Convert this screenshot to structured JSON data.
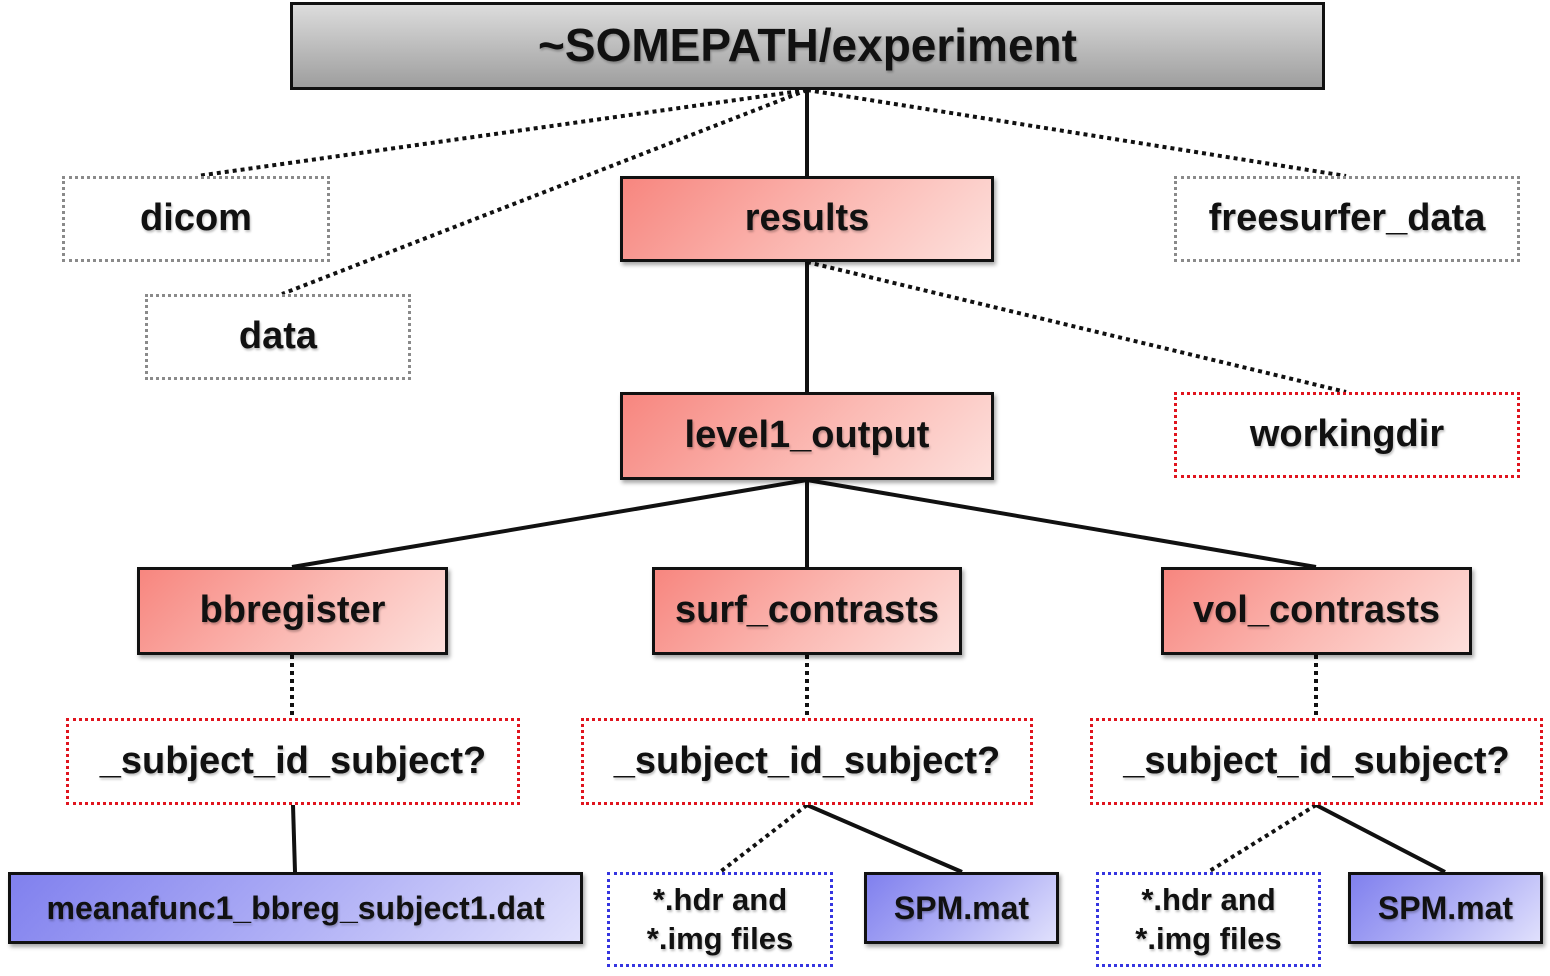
{
  "root": {
    "label": "~SOMEPATH/experiment"
  },
  "top_level": {
    "dicom": "dicom",
    "data": "data",
    "results": "results",
    "freesurfer_data": "freesurfer_data"
  },
  "results_children": {
    "level1_output": "level1_output",
    "workingdir": "workingdir"
  },
  "level1_children": {
    "bbregister": "bbregister",
    "surf_contrasts": "surf_contrasts",
    "vol_contrasts": "vol_contrasts"
  },
  "subject_folders": {
    "bbregister": "_subject_id_subject?",
    "surf": "_subject_id_subject?",
    "vol": "_subject_id_subject?"
  },
  "files": {
    "bbreg_dat": "meanafunc1_bbreg_subject1.dat",
    "surf_hdr_line1": "*.hdr and",
    "surf_hdr_line2": "*.img files",
    "surf_spm": "SPM.mat",
    "vol_hdr_line1": "*.hdr and",
    "vol_hdr_line2": "*.img files",
    "vol_spm": "SPM.mat"
  },
  "colors": {
    "solid_edge": "#111111",
    "dotted_edge": "#111111",
    "gray_dotted_border": "#8a8a8a",
    "red_dotted_border": "#e0141e",
    "blue_dotted_border": "#3535e0",
    "red_fill": "#f7867f",
    "blue_fill": "#8080ee",
    "root_fill": "#b4b4b4"
  }
}
